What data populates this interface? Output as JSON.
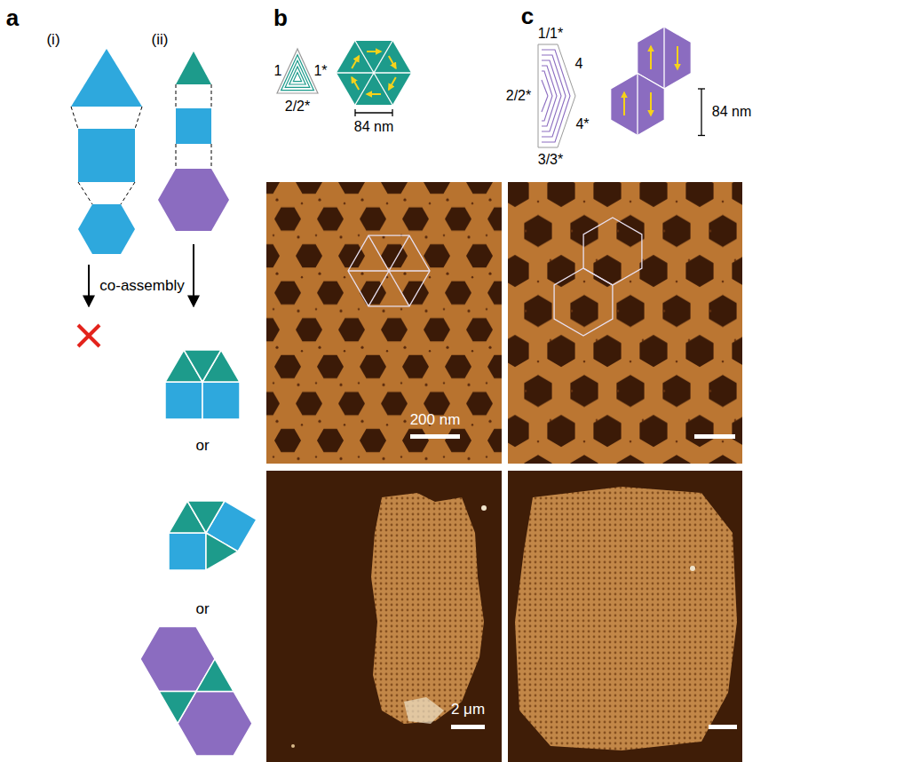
{
  "diagram": {
    "labels": [
      "a",
      "(i)",
      "(ii)",
      "co-assembly",
      "or",
      "or",
      "b",
      "1",
      "1*",
      "2/2*",
      "84 nm",
      "200 nm",
      "2 μm",
      "c",
      "1/1*",
      "4",
      "2/2*",
      "4*",
      "3/3*",
      "84 nm"
    ]
  }
}
